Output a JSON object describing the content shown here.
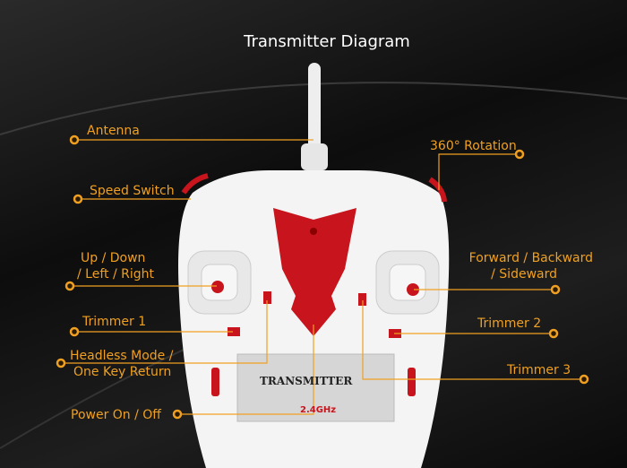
{
  "title": "Transmitter Diagram",
  "labels": {
    "antenna": "Antenna",
    "speed_switch": "Speed Switch",
    "up_down_1": "Up / Down",
    "up_down_2": "/ Left / Right",
    "trimmer1": "Trimmer 1",
    "headless_1": "Headless Mode /",
    "headless_2": "One Key Return",
    "power": "Power On / Off",
    "rotation": "360° Rotation",
    "forward_1": "Forward / Backward",
    "forward_2": "/ Sideward",
    "trimmer2": "Trimmer 2",
    "trimmer3": "Trimmer 3"
  },
  "device": {
    "panel_text": "TRANSMITTER",
    "band_text": "2.4GHz"
  },
  "colors": {
    "accent": "#f0a020",
    "red": "#c8141c",
    "body": "#f4f4f4"
  }
}
